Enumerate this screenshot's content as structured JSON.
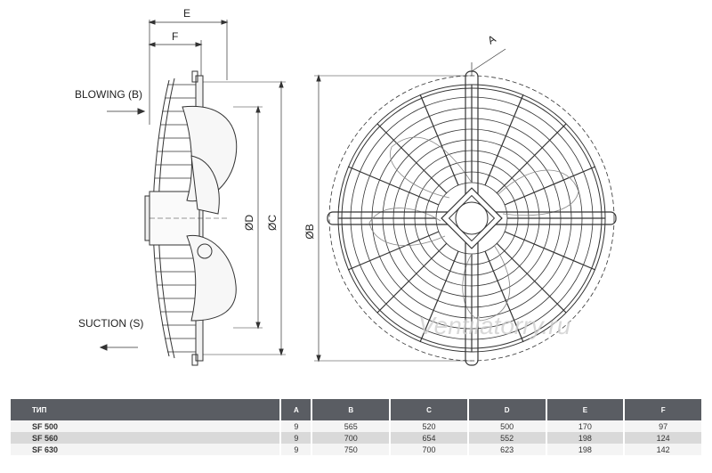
{
  "drawing": {
    "dim_e": "E",
    "dim_f": "F",
    "dim_a": "A",
    "dim_d": "ØD",
    "dim_c": "ØC",
    "dim_b": "ØB",
    "blowing": "BLOWING   (B)",
    "suction": "SUCTION   (S)",
    "watermark": "Ventilatorry.ru"
  },
  "table": {
    "headers": [
      "ТИП",
      "A",
      "B",
      "C",
      "D",
      "E",
      "F"
    ],
    "rows": [
      [
        "SF 500",
        "9",
        "565",
        "520",
        "500",
        "170",
        "97"
      ],
      [
        "SF 560",
        "9",
        "700",
        "654",
        "552",
        "198",
        "124"
      ],
      [
        "SF 630",
        "9",
        "750",
        "700",
        "623",
        "198",
        "142"
      ]
    ]
  }
}
